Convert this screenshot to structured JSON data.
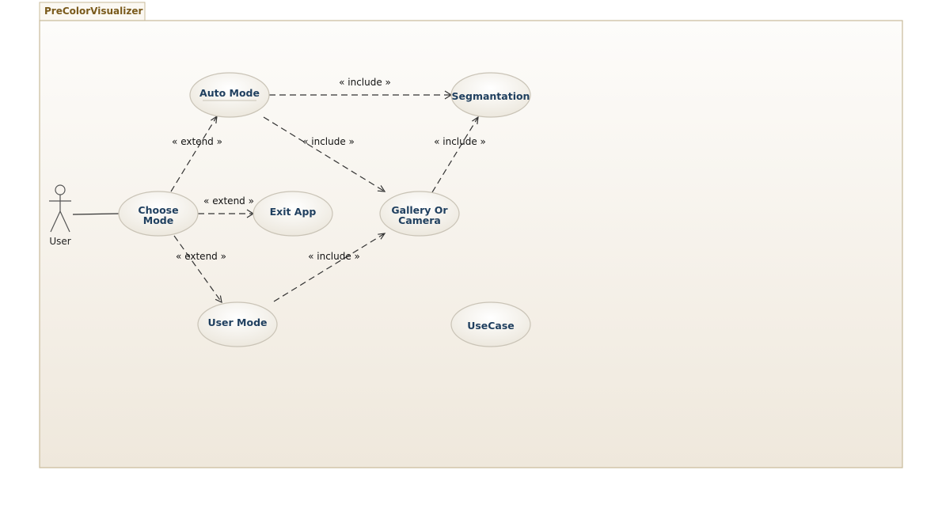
{
  "package": {
    "name": "PreColorVisualizer"
  },
  "actor": {
    "name": "User"
  },
  "use_cases": {
    "auto_mode": [
      "Auto Mode"
    ],
    "segmantation": [
      "Segmantation"
    ],
    "choose_mode": [
      "Choose",
      "Mode"
    ],
    "exit_app": [
      "Exit App"
    ],
    "gallery_or_camera": [
      "Gallery Or",
      "Camera"
    ],
    "user_mode": [
      "User Mode"
    ],
    "usecase": [
      "UseCase"
    ]
  },
  "relations": {
    "auto_to_seg": "« include »",
    "auto_to_gallery": "« include »",
    "gallery_to_seg": "« include »",
    "choose_to_auto": "« extend »",
    "choose_to_exit": "« extend »",
    "choose_to_user": "« extend »",
    "user_to_gallery": "« include »"
  },
  "colors": {
    "package_border": "#c8bb9a",
    "package_top": "#fdfcfa",
    "package_bottom": "#efe8dc",
    "usecase_fill": "#f4f1ea",
    "usecase_edge": "#c9c3b6",
    "label_color": "#1f3f5f"
  }
}
